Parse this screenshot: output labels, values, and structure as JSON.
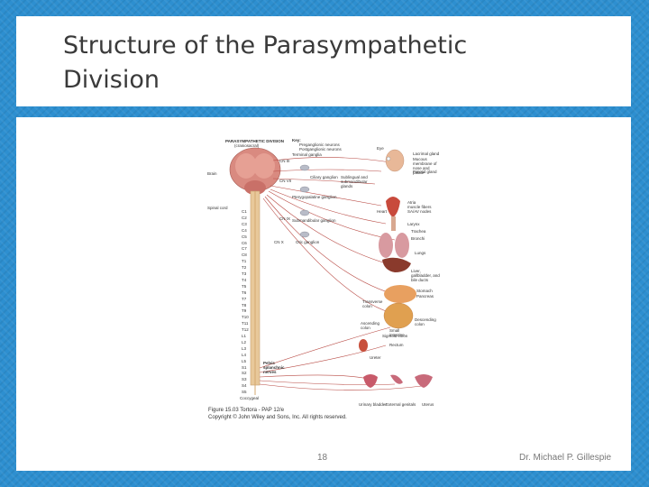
{
  "slide": {
    "title_line1": "Structure of the Parasympathetic",
    "title_line2": "Division",
    "page_number": "18",
    "author": "Dr. Michael P. Gillespie"
  },
  "figure": {
    "heading": "PARASYMPATHETIC DIVISION",
    "heading_sub": "(craniosacral)",
    "key_title": "Key:",
    "key_items": [
      "Preganglionic neurons",
      "Postganglionic neurons"
    ],
    "terminal_ganglia": "Terminal ganglia",
    "ganglia": [
      "Ciliary ganglion",
      "Pterygopalatine ganglion",
      "Submandibular ganglion",
      "Otic ganglion"
    ],
    "cranial_nerves": [
      "CN III",
      "CN VII",
      "CN IX",
      "CN X"
    ],
    "left_labels": [
      "Brain",
      "Spinal cord"
    ],
    "vertebrae": [
      "C1",
      "C2",
      "C3",
      "C4",
      "C5",
      "C6",
      "C7",
      "C8",
      "T1",
      "T2",
      "T3",
      "T4",
      "T5",
      "T6",
      "T7",
      "T8",
      "T9",
      "T10",
      "T11",
      "T12",
      "L1",
      "L2",
      "L3",
      "L4",
      "L5",
      "S1",
      "S2",
      "S3",
      "S4",
      "S5",
      "Coccygeal"
    ],
    "pelvic_nerve": [
      "Pelvic",
      "splanchnic",
      "nerves"
    ],
    "organs": [
      "Eye",
      "Lacrimal gland",
      "Mucous membrane of nose and palate",
      "Parotid gland",
      "Sublingual and submandibular glands",
      "Heart",
      "Atria",
      "muscle fibers",
      "SA/AV nodes",
      "Larynx",
      "Trachea",
      "Bronchi",
      "Lungs",
      "Liver, gallbladder, and bile ducts",
      "Stomach",
      "Pancreas",
      "Transverse colon",
      "Small intestine",
      "Ascending colon",
      "Descending colon",
      "Sigmoid colon",
      "Rectum",
      "Ureter",
      "Urinary bladder",
      "External genitals",
      "Uterus"
    ],
    "caption_line1": "Figure 15.03  Tortora - PAP 12/e",
    "caption_line2": "Copyright © John Wiley and Sons, Inc. All rights reserved."
  }
}
